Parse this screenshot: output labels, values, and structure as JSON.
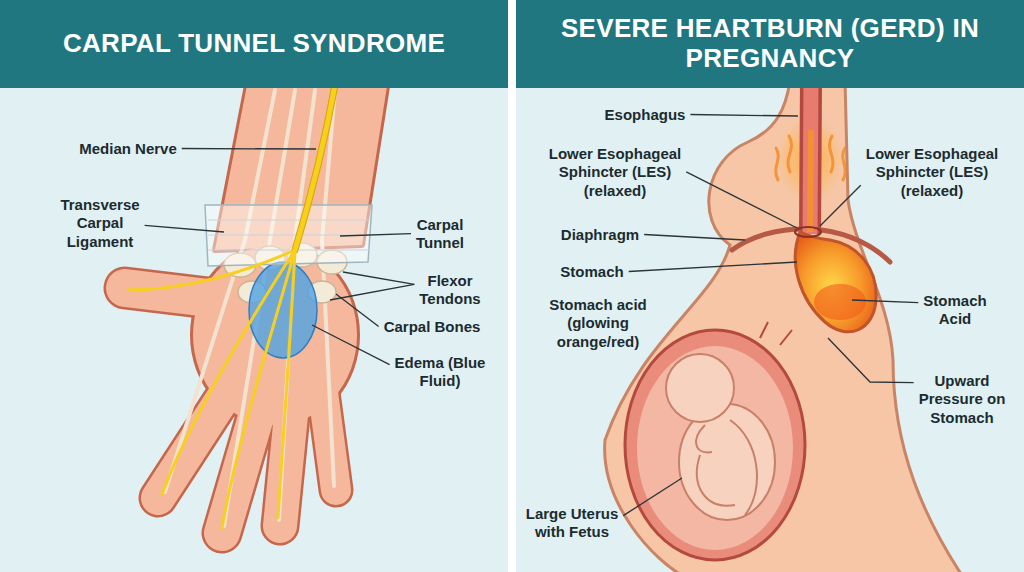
{
  "diagram": {
    "nodes": [
      {
        "text": [
          "CARPAL TUNNEL SYNDROME"
        ]
      },
      {
        "text": [
          "SEVERE HEARTBURN (GERD) IN PREGNANCY"
        ]
      }
    ],
    "labels": [
      "Median Nerve",
      "Transverse Carpal Ligament",
      "Carpal Tunnel",
      "Flexor Tendons",
      "Carpal Bones",
      "Edema (Blue Fluid)",
      "Esophagus",
      "Lower Esophageal Sphincter (LES) (relaxed)",
      "Lower Esophageal Sphincter (LES) (relaxed)",
      "Diaphragm",
      "Stomach",
      "Stomach acid (glowing orange/red)",
      "Stomach Acid",
      "Upward Pressure on Stomach",
      "Large Uterus with Fetus"
    ]
  }
}
